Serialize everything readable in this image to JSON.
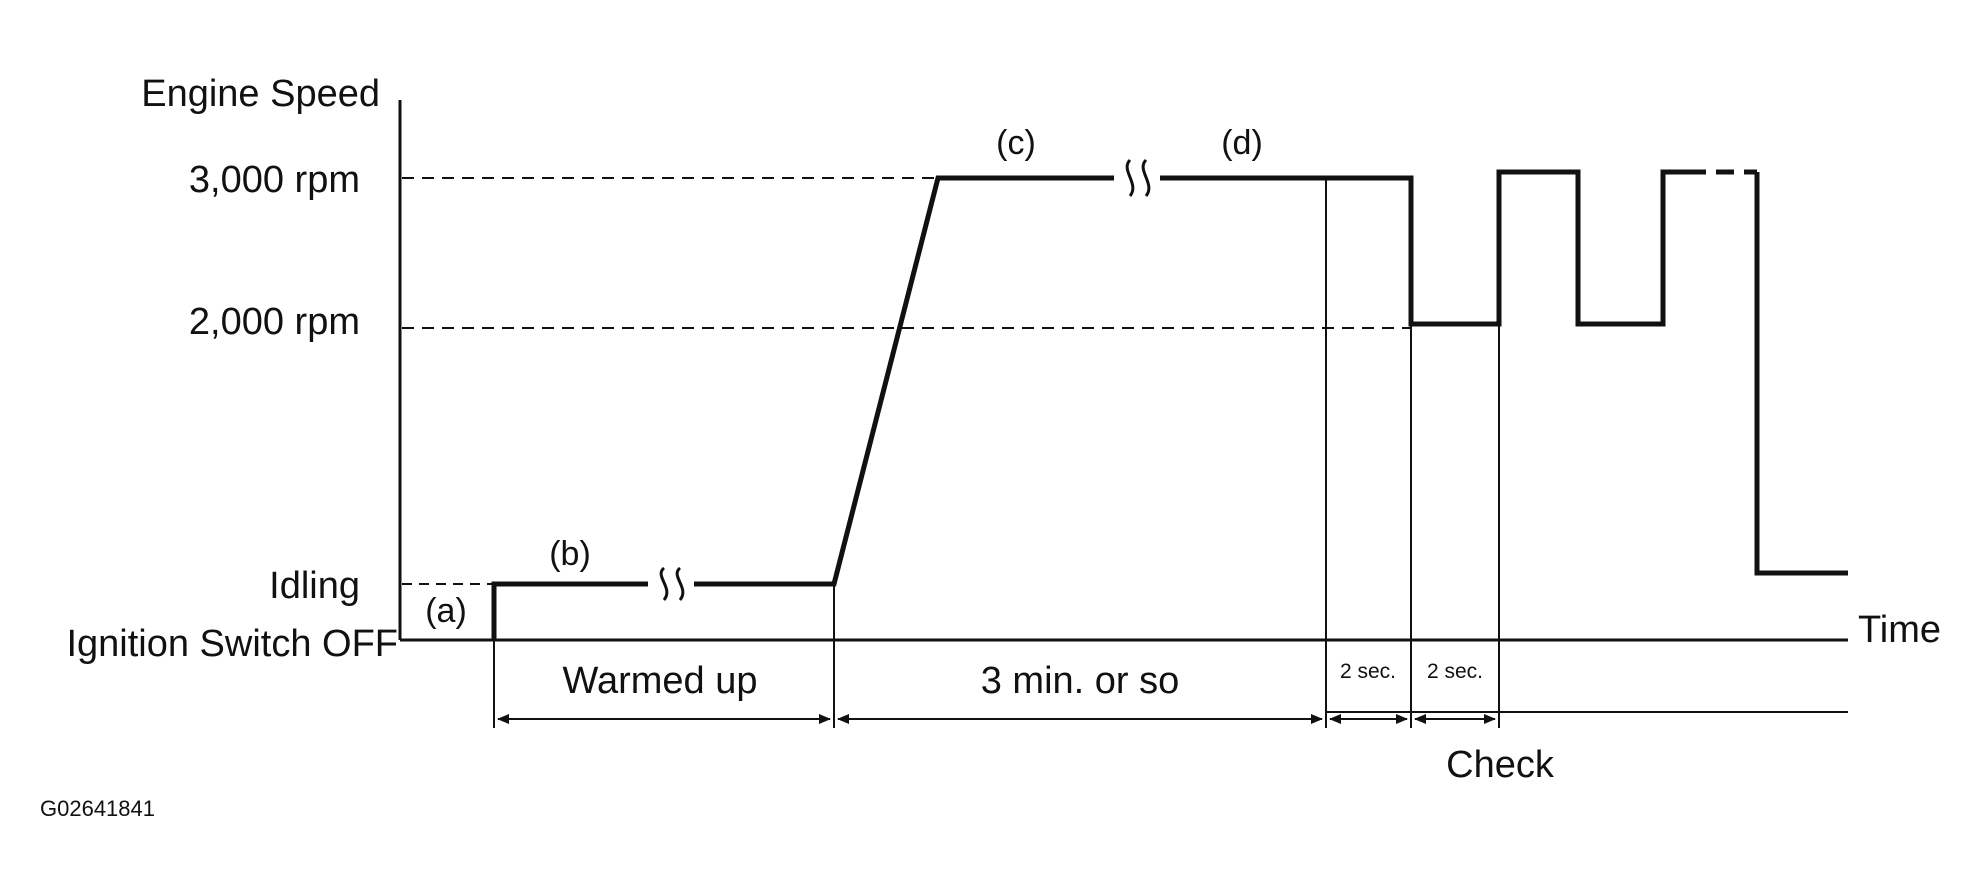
{
  "axis": {
    "y_title": "Engine Speed",
    "x_title": "Time",
    "y_levels": [
      "3,000 rpm",
      "2,000 rpm",
      "Idling",
      "Ignition Switch OFF"
    ]
  },
  "markers": [
    "(a)",
    "(b)",
    "(c)",
    "(d)"
  ],
  "intervals": [
    "Warmed up",
    "3 min. or so",
    "2 sec.",
    "2 sec."
  ],
  "check_label": "Check",
  "figure_code": "G02641841",
  "colors": {
    "line": "#111111",
    "background": "#ffffff"
  }
}
